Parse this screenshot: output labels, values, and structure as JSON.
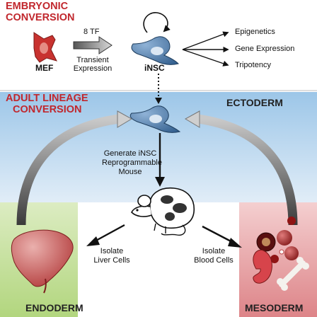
{
  "embryonic": {
    "title_line1": "EMBRYONIC",
    "title_line2": "CONVERSION",
    "mef_label": "MEF",
    "factor_label": "8 TF",
    "transient_line1": "Transient",
    "transient_line2": "Expression",
    "insc_label": "iNSC",
    "outcomes": [
      "Epigenetics",
      "Gene Expression",
      "Tripotency"
    ]
  },
  "adult": {
    "title_line1": "ADULT LINEAGE",
    "title_line2": "CONVERSION",
    "ectoderm_label": "ECTODERM",
    "generate_line1": "Generate iNSC",
    "generate_line2": "Reprogrammable",
    "generate_line3": "Mouse",
    "isolate_liver_line1": "Isolate",
    "isolate_liver_line2": "Liver Cells",
    "isolate_blood_line1": "Isolate",
    "isolate_blood_line2": "Blood Cells",
    "endoderm_label": "ENDODERM",
    "mesoderm_label": "MESODERM"
  },
  "colors": {
    "title_red": "#c1272d",
    "ectoderm_blue": "#a9cdea",
    "endoderm_green": "#bedc8f",
    "mesoderm_red": "#e89a9e",
    "cell_blue": "#3f6d99",
    "mef_red": "#c8322f"
  }
}
